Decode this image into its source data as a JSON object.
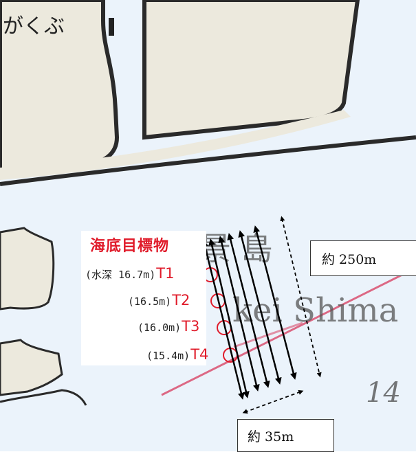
{
  "map": {
    "top_fragment": "がくぶ",
    "island_kanji": "景 島",
    "island_roman": "kei Shima",
    "depth_number": "14"
  },
  "legend": {
    "title": "海底目標物"
  },
  "targets": [
    {
      "id": "T1",
      "depth": "(水深 16.7m)"
    },
    {
      "id": "T2",
      "depth": "(16.5m)"
    },
    {
      "id": "T3",
      "depth": "(16.0m)"
    },
    {
      "id": "T4",
      "depth": "(15.4m)"
    }
  ],
  "dimensions": {
    "length": "約 250m",
    "width": "約 35m"
  },
  "colors": {
    "land": "#ece9dd",
    "sea": "#ebf3fb",
    "coast": "#2a2a2a",
    "accent": "#e01b2a",
    "route": "#d94f6e"
  }
}
